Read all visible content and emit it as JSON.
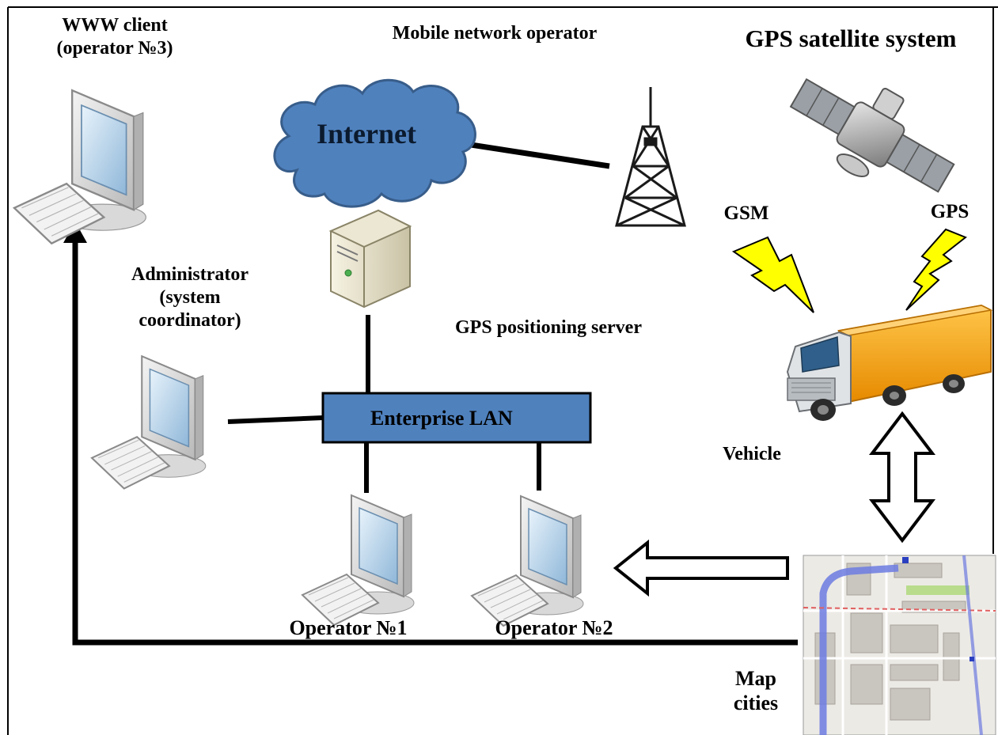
{
  "labels": {
    "www_client_line1": "WWW client",
    "www_client_line2": "(operator №3)",
    "mobile_operator": "Mobile network operator",
    "gps_satellite_system": "GPS satellite system",
    "internet": "Internet",
    "gsm": "GSM",
    "gps": "GPS",
    "administrator_line1": "Administrator",
    "administrator_line2": "(system",
    "administrator_line3": "coordinator)",
    "gps_positioning_server": "GPS positioning server",
    "enterprise_lan": "Enterprise LAN",
    "vehicle": "Vehicle",
    "operator1": "Operator №1",
    "operator2": "Operator №2",
    "map_line1": "Map",
    "map_line2": "cities"
  },
  "colors": {
    "cloud_fill": "#4f81bd",
    "cloud_stroke": "#385d8a",
    "lan_fill": "#4f81bd",
    "lightning_fill": "#ffff00",
    "truck_cargo": "#f5a623",
    "connector": "#000000"
  },
  "icons": [
    "computer-icon",
    "cloud-icon",
    "cell-tower-icon",
    "satellite-icon",
    "server-icon",
    "lightning-icon",
    "truck-icon",
    "city-map-icon",
    "double-arrow-icon",
    "hollow-arrow-left-icon"
  ]
}
